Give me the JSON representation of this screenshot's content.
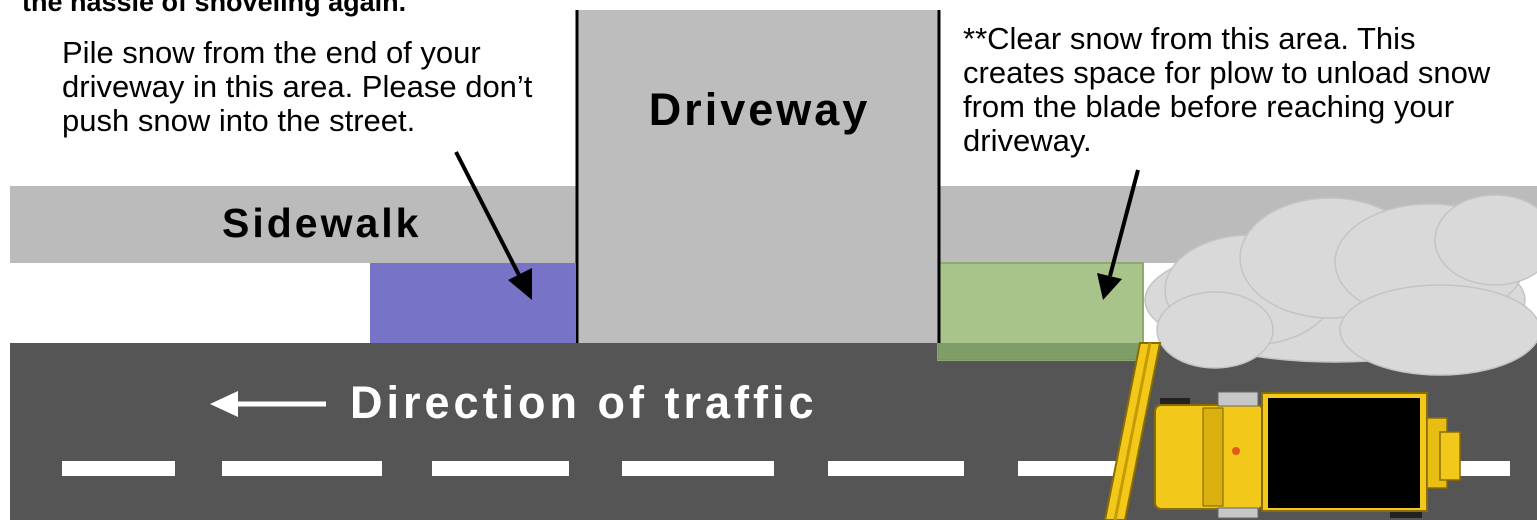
{
  "headline_partial": "the hassle of shoveling again.",
  "labels": {
    "driveway": "Driveway",
    "sidewalk": "Sidewalk",
    "traffic": "Direction of traffic"
  },
  "notes": {
    "left": "Pile snow from the end of your driveway in this area. Please don’t push snow into the street.",
    "right": "**Clear snow from this area. This creates space for plow to unload snow from the blade before reaching your driveway."
  },
  "colors": {
    "road": "#555555",
    "sidewalk": "#bbbbbb",
    "driveway": "#bdbdbd",
    "pile_zone": "#7773c6",
    "clear_zone": "#a8c48a",
    "lane_marks": "#ffffff",
    "plow_yellow": "#f2c81a",
    "cloud": "#d9d9d9"
  },
  "icons": {
    "traffic_arrow": "left-arrow-icon",
    "plow": "snowplow-truck-icon",
    "cloud": "snow-cloud-icon"
  }
}
